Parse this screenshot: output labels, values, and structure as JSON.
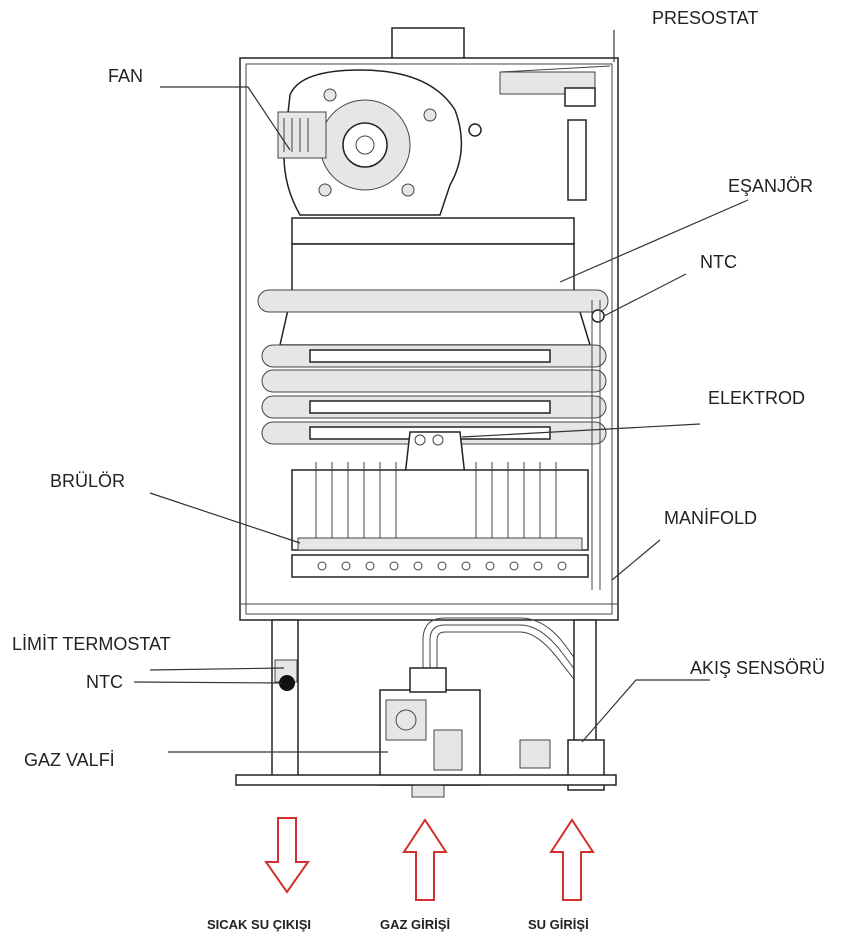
{
  "labels": {
    "presostat": "PRESOSTAT",
    "fan": "FAN",
    "esanjor": "EŞANJÖR",
    "ntc_top": "NTC",
    "elektrod": "ELEKTROD",
    "brulor": "BRÜLÖR",
    "manifold": "MANİFOLD",
    "limit_termostat": "LİMİT TERMOSTAT",
    "ntc_bottom": "NTC",
    "akis_sensoru": "AKIŞ  SENSÖRÜ",
    "gaz_valfi": "GAZ VALFİ"
  },
  "flows": {
    "sicak_su_cikisi": "SICAK  SU ÇIKIŞI",
    "gaz_girisi": "GAZ GİRİŞİ",
    "su_girisi": "SU GİRİŞİ"
  },
  "colors": {
    "arrow_stroke": "#d0312d",
    "line": "#222222"
  }
}
